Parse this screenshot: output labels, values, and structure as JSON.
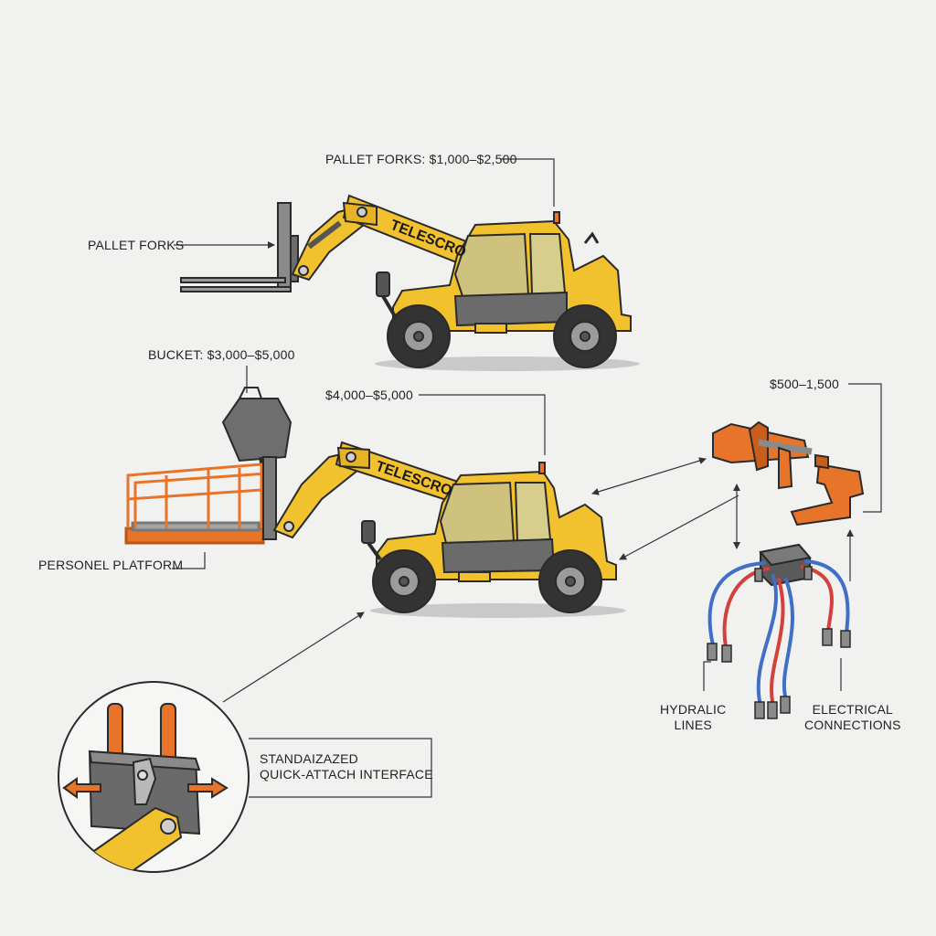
{
  "brand_text": "TELESCRO",
  "labels": {
    "pallet_forks_price": "PALLET FORKS: $1,000–$2,500",
    "pallet_forks": "PALLET FORKS",
    "bucket_price": "BUCKET: $3,000–$5,000",
    "platform_price": "$4,000–$5,000",
    "platform": "PERSONEL PLATFORM",
    "quick_attach_price": "$500–1,500",
    "hydraulic_line1": "HYDRALIC",
    "hydraulic_line2": "LINES",
    "electrical_line1": "ELECTRICAL",
    "electrical_line2": "CONNECTIONS",
    "interface_line1": "STANDAIZAZED",
    "interface_line2": "QUICK-ATTACH INTERFACE"
  },
  "colors": {
    "machine_yellow": "#f2c12e",
    "attachment_orange": "#e8742a",
    "outline": "#2a2a2a",
    "hose_blue": "#3f6fc6",
    "hose_red": "#d2413a",
    "background": "#f1f1f0"
  }
}
